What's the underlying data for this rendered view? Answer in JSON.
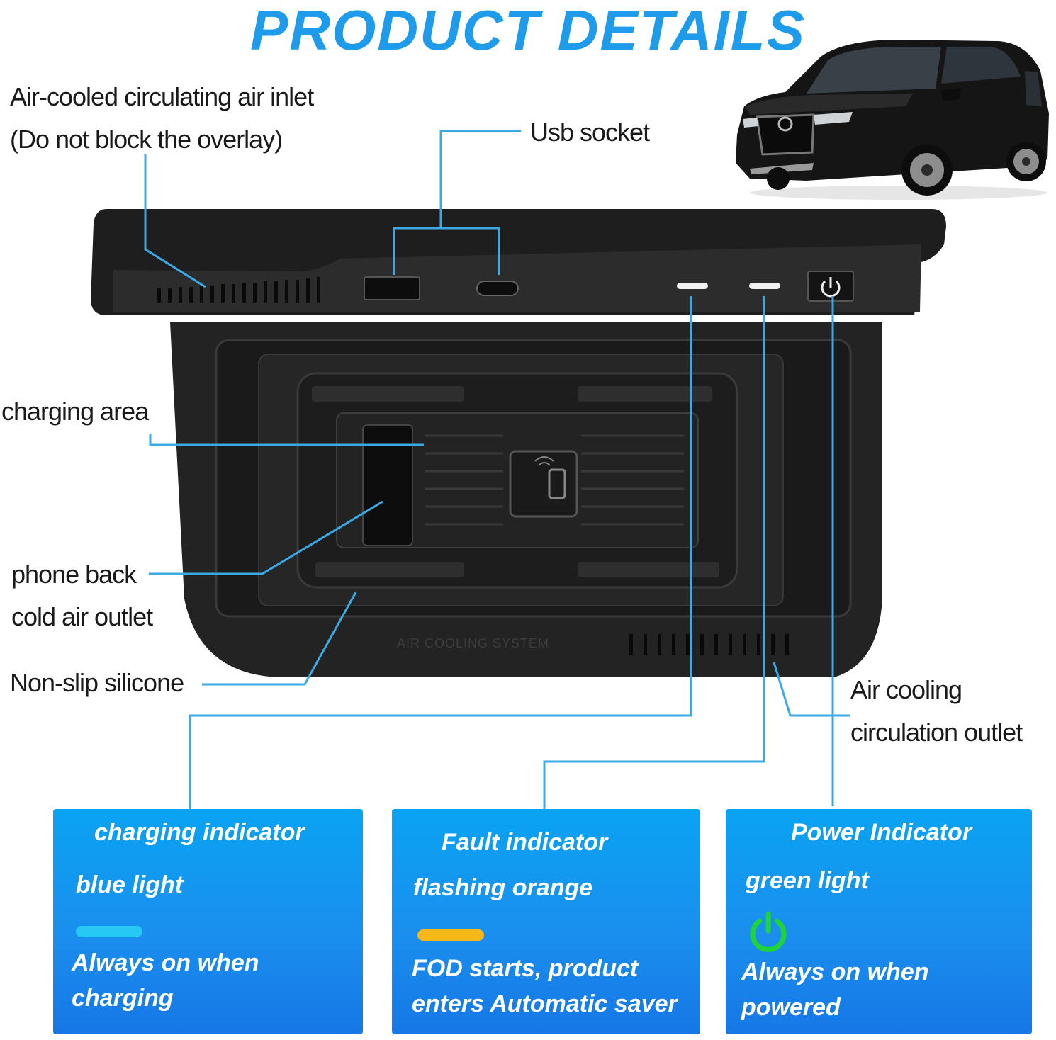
{
  "title": "PRODUCT DETAILS",
  "callouts": {
    "air_inlet": "Air-cooled circulating air inlet",
    "air_inlet_note": "(Do not block the overlay)",
    "usb_socket": "Usb socket",
    "charging_area": "charging area",
    "phone_back_1": "phone back",
    "phone_back_2": "cold air outlet",
    "non_slip": "Non-slip silicone",
    "air_outlet_1": "Air cooling",
    "air_outlet_2": "circulation outlet"
  },
  "device": {
    "engraving": "AIR COOLING SYSTEM"
  },
  "panels": [
    {
      "title": "charging indicator",
      "color_name": "blue light",
      "swatch_color": "#27c8f3",
      "desc_1": "Always on when",
      "desc_2": "charging"
    },
    {
      "title": "Fault indicator",
      "color_name": "flashing orange",
      "swatch_color": "#f6b817",
      "desc_1": "FOD starts, product",
      "desc_2": "enters Automatic saver"
    },
    {
      "title": "Power Indicator",
      "color_name": "green light",
      "swatch_color": "#1fd43a",
      "icon": "power-icon",
      "desc_1": "Always on when",
      "desc_2": "powered"
    }
  ],
  "colors": {
    "title": "#1e9bea",
    "leader_lines": "#3ba9e6",
    "device_body": "#2a2a2a"
  }
}
